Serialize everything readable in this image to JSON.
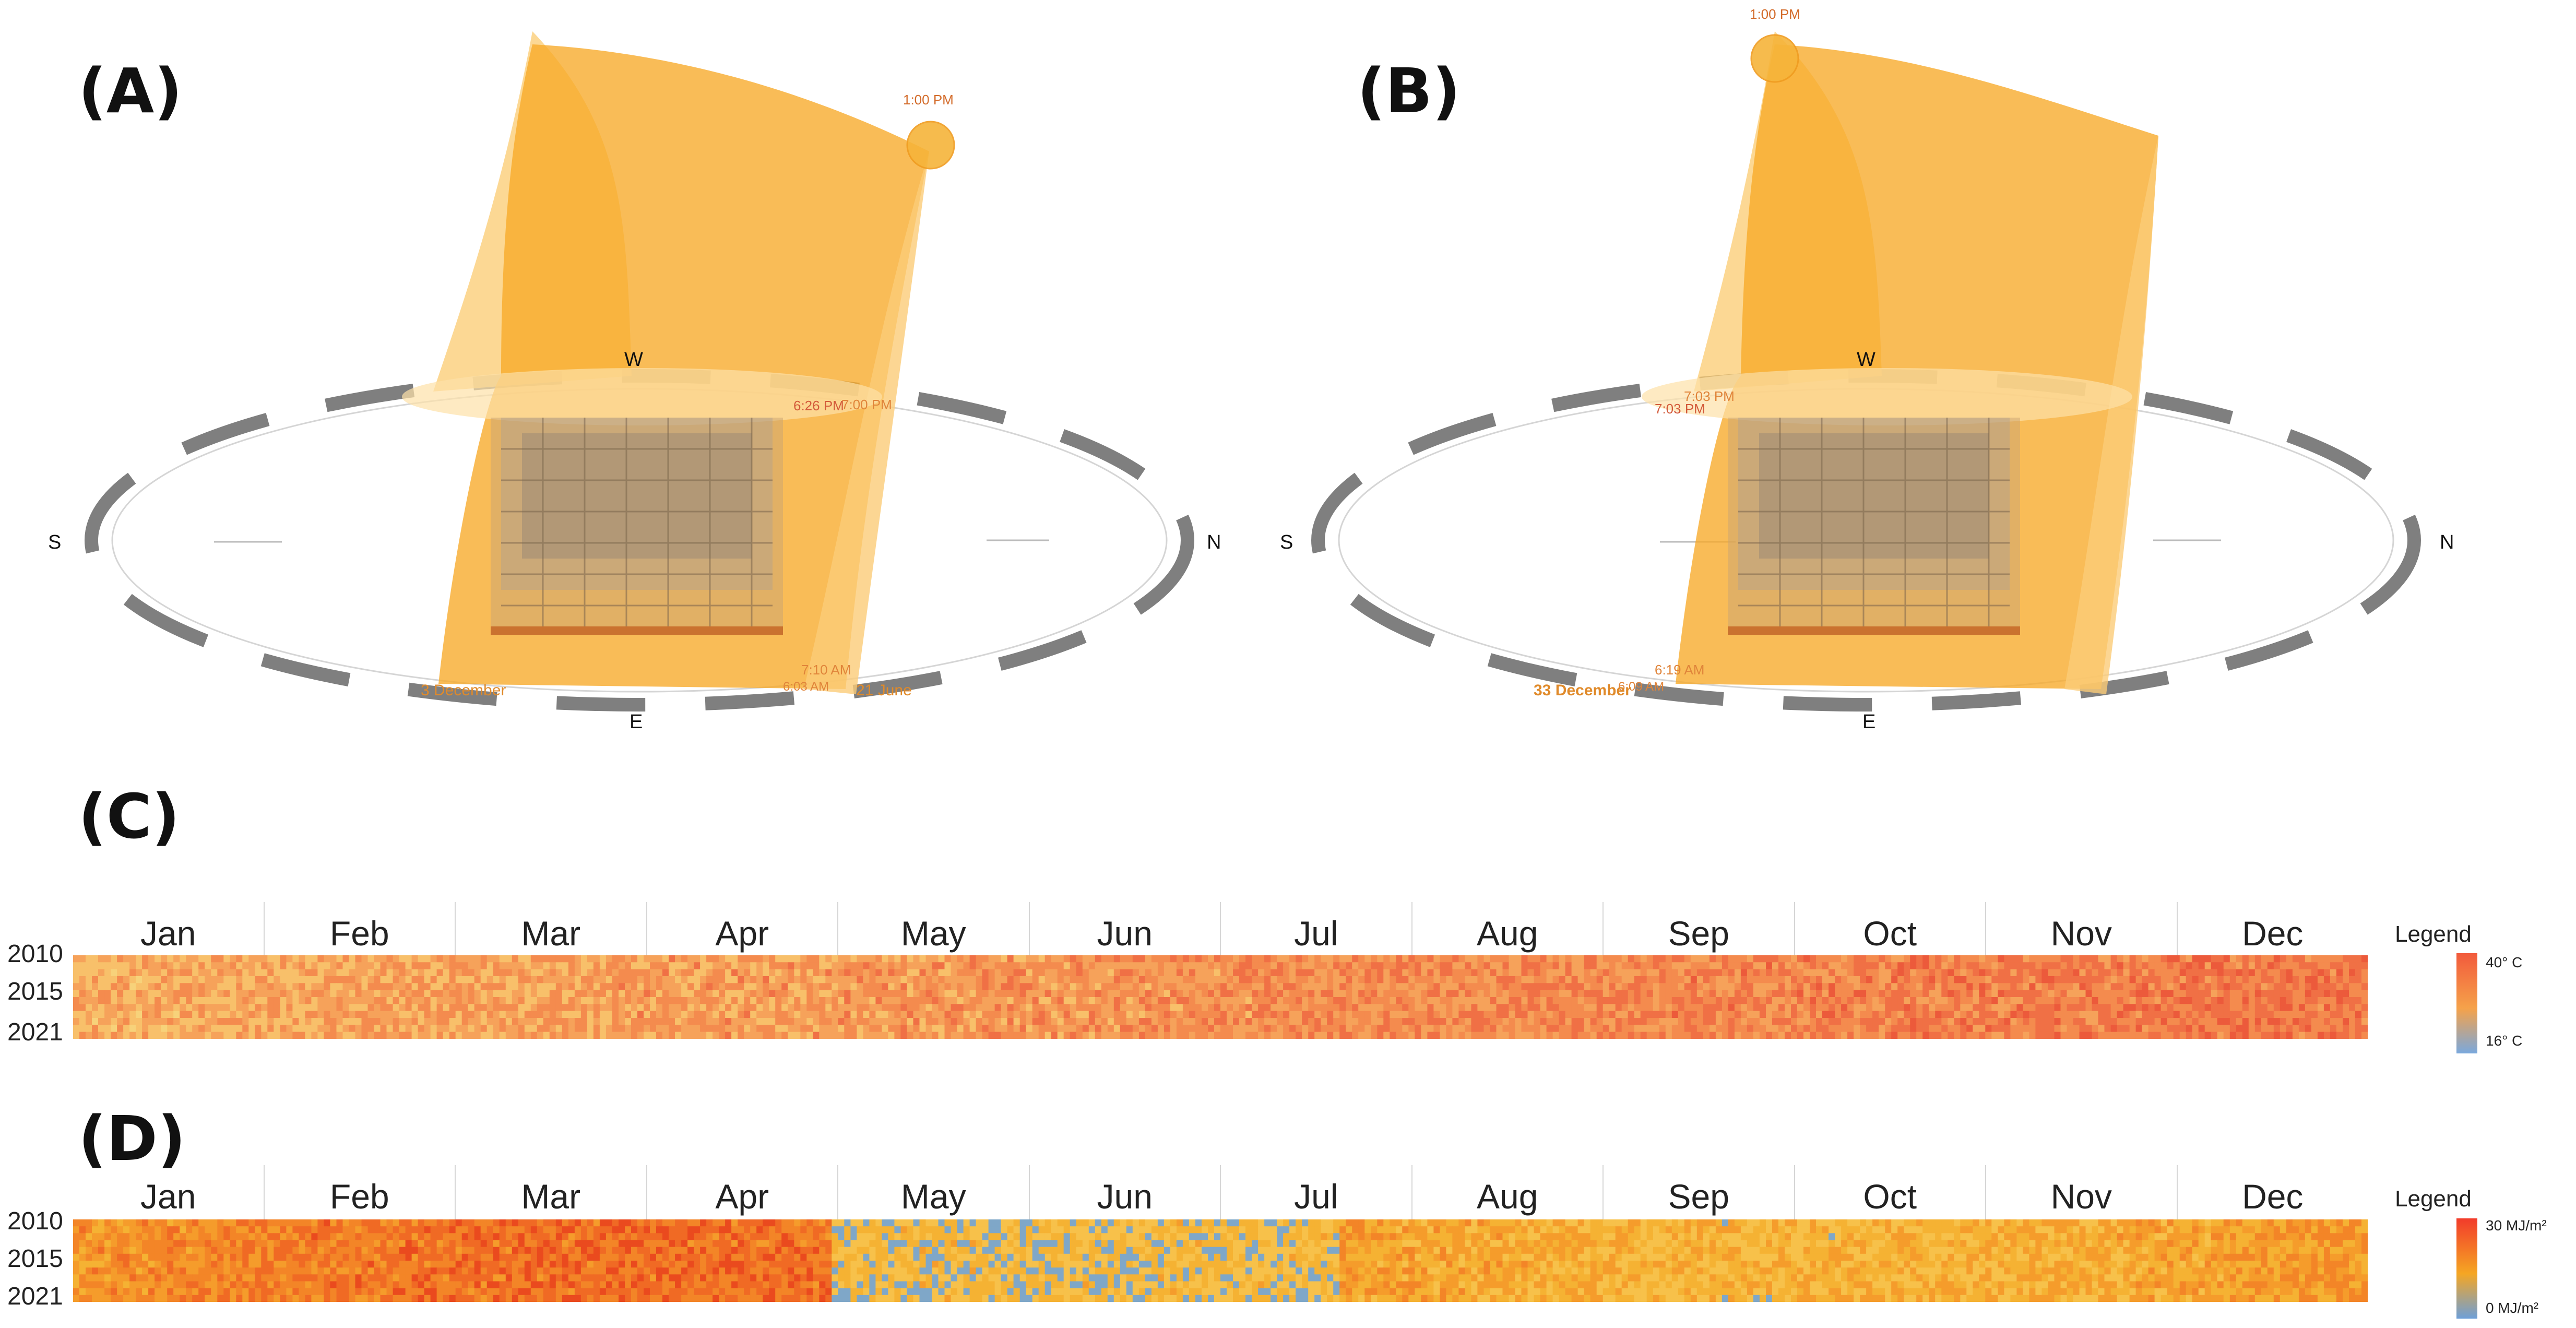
{
  "panels": {
    "a": {
      "label": "(A)",
      "compass": {
        "w": "W",
        "s": "S",
        "n": "N",
        "e": "E"
      },
      "times": {
        "noon": "1:00 PM",
        "sunset_dec": "6:26 PM",
        "sunset_jun": "7:00 PM",
        "sunrise_jun": "7:10 AM",
        "sunrise_dec": "6:03 AM"
      },
      "dates": {
        "left": "3 December",
        "right": "21 June"
      }
    },
    "b": {
      "label": "(B)",
      "compass": {
        "w": "W",
        "s": "S",
        "n": "N",
        "e": "E"
      },
      "times": {
        "noon": "1:00 PM",
        "sunset": "7:03 PM",
        "sunset_pm": "7:03 PM",
        "sunrise": "6:19 AM",
        "sunrise_2": "6:09 AM"
      },
      "dates": {
        "left": "33 December"
      }
    },
    "c": {
      "label": "(C)",
      "months": [
        "Jan",
        "Feb",
        "Mar",
        "Apr",
        "May",
        "Jun",
        "Jul",
        "Aug",
        "Sep",
        "Oct",
        "Nov",
        "Dec"
      ],
      "years": [
        "2010",
        "2015",
        "2021"
      ],
      "legend": {
        "title": "Legend",
        "max": "40° C",
        "min": "16° C",
        "high_color": "#f25a3c",
        "mid_color": "#f5a24a",
        "low_color": "#7aa8dd"
      }
    },
    "d": {
      "label": "(D)",
      "months": [
        "Jan",
        "Feb",
        "Mar",
        "Apr",
        "May",
        "Jun",
        "Jul",
        "Aug",
        "Sep",
        "Oct",
        "Nov",
        "Dec"
      ],
      "years": [
        "2010",
        "2015",
        "2021"
      ],
      "legend": {
        "title": "Legend",
        "max": "30 MJ/m²",
        "min": "0 MJ/m²",
        "high_color": "#f23b2b",
        "mid_color": "#f5a623",
        "low_color": "#6e9fd8"
      }
    }
  },
  "colors": {
    "sun_path": "#f7a928",
    "sun_path_light": "#fbc766",
    "compass_ring": "#8c8c8c"
  }
}
